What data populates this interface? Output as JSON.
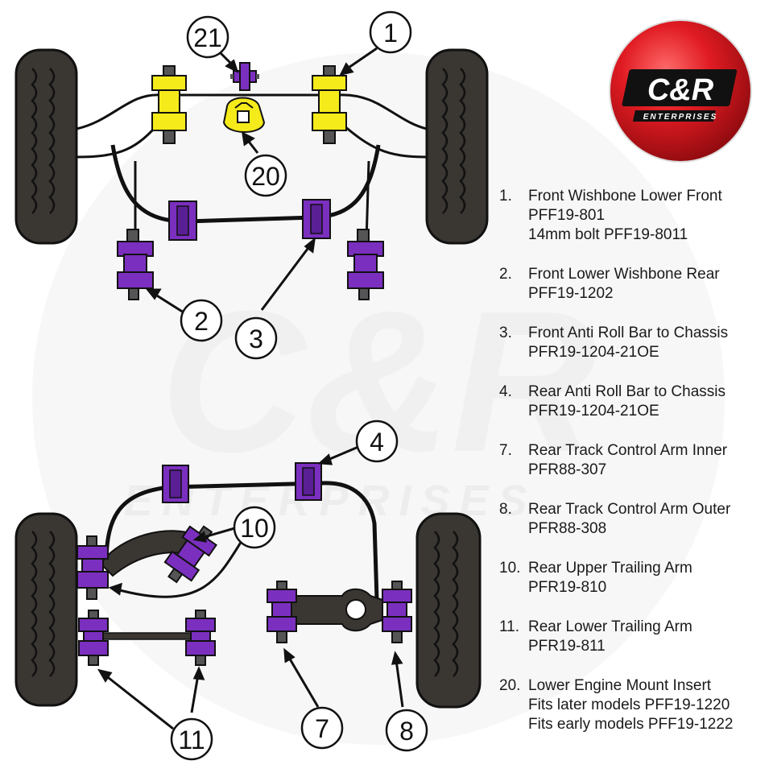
{
  "logo": {
    "main_text": "C&R",
    "sub_text": "ENTERPRISES",
    "accent": "#d4101a"
  },
  "watermark": {
    "main_text": "C&R",
    "sub_text": "ENTERPRISES"
  },
  "colors": {
    "bush_yellow": "#f5ea1a",
    "bush_purple": "#7b2fbf",
    "tyre": "#3a3632",
    "stroke": "#111111"
  },
  "callouts": [
    {
      "id": "c21",
      "label": "21"
    },
    {
      "id": "c1",
      "label": "1"
    },
    {
      "id": "c20",
      "label": "20"
    },
    {
      "id": "c2",
      "label": "2"
    },
    {
      "id": "c3",
      "label": "3"
    },
    {
      "id": "c4",
      "label": "4"
    },
    {
      "id": "c10",
      "label": "10"
    },
    {
      "id": "c11",
      "label": "11"
    },
    {
      "id": "c7",
      "label": "7"
    },
    {
      "id": "c8",
      "label": "8"
    }
  ],
  "legend": [
    {
      "num": "1.",
      "lines": [
        "Front Wishbone Lower Front",
        "PFF19-801",
        "14mm bolt PFF19-8011"
      ]
    },
    {
      "num": "2.",
      "lines": [
        "Front Lower Wishbone Rear",
        "PFF19-1202"
      ]
    },
    {
      "num": "3.",
      "lines": [
        "Front Anti Roll Bar to Chassis",
        "PFR19-1204-21OE"
      ]
    },
    {
      "num": "4.",
      "lines": [
        "Rear Anti Roll Bar to Chassis",
        "PFR19-1204-21OE"
      ]
    },
    {
      "num": "7.",
      "lines": [
        "Rear Track Control Arm Inner",
        "PFR88-307"
      ]
    },
    {
      "num": "8.",
      "lines": [
        "Rear Track Control Arm Outer",
        "PFR88-308"
      ]
    },
    {
      "num": "10.",
      "lines": [
        "Rear Upper Trailing Arm",
        "PFR19-810"
      ]
    },
    {
      "num": "11.",
      "lines": [
        "Rear Lower Trailing Arm",
        "PFR19-811"
      ]
    },
    {
      "num": "20.",
      "lines": [
        "Lower Engine Mount Insert",
        "Fits later models PFF19-1220",
        "Fits early models PFF19-1222"
      ]
    }
  ]
}
